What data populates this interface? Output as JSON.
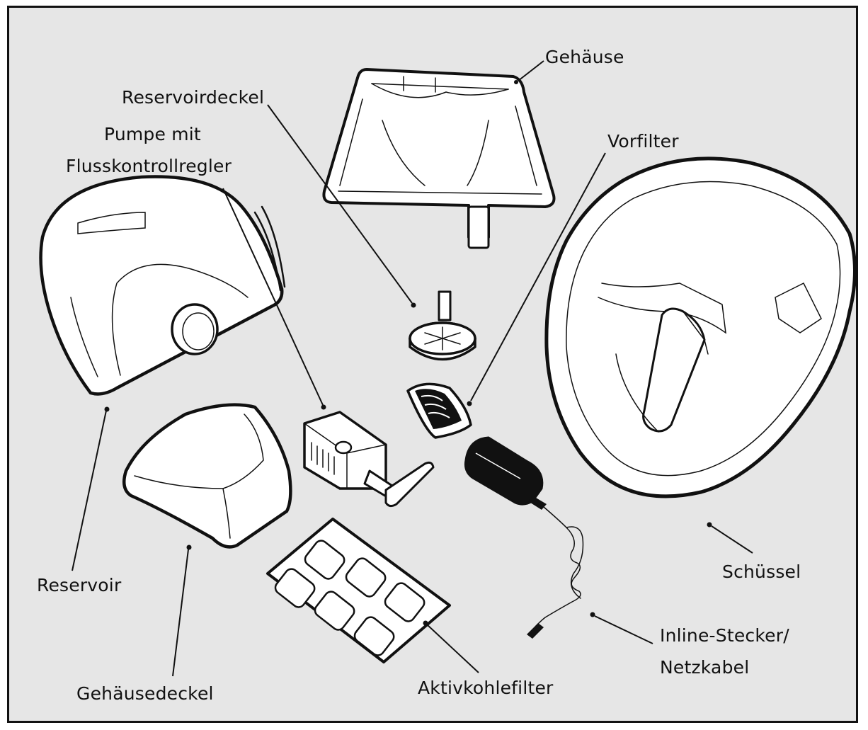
{
  "labels": {
    "gehaeuse": "Gehäuse",
    "reservoirdeckel": "Reservoirdeckel",
    "pumpe_line1": "Pumpe mit",
    "pumpe_line2": "Flusskontrollregler",
    "vorfilter": "Vorfilter",
    "reservoir": "Reservoir",
    "schuessel": "Schüssel",
    "inline_line1": "Inline-Stecker/",
    "inline_line2": "Netzkabel",
    "gehaeusedeckel": "Gehäusedeckel",
    "aktivkohlefilter": "Aktivkohlefilter"
  },
  "colors": {
    "background": "#e6e6e6",
    "line": "#111111",
    "part_fill": "#ffffff",
    "adapter_fill": "#111111"
  }
}
